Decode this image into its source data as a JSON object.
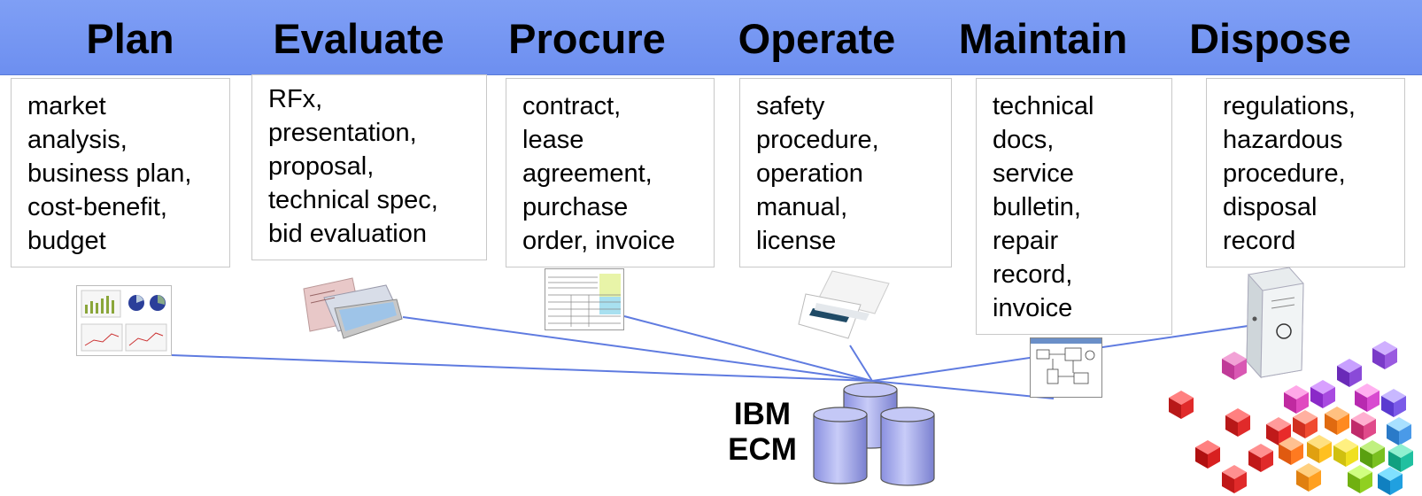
{
  "phases": [
    {
      "title": "Plan",
      "items": [
        "market",
        "analysis,",
        "business plan,",
        "cost-benefit,",
        "budget"
      ]
    },
    {
      "title": "Evaluate",
      "items": [
        "RFx,",
        "presentation,",
        "proposal,",
        "technical spec,",
        "bid evaluation"
      ]
    },
    {
      "title": "Procure",
      "items": [
        "contract,",
        "lease",
        "agreement,",
        "purchase",
        "order, invoice"
      ]
    },
    {
      "title": "Operate",
      "items": [
        "safety",
        "procedure,",
        "operation",
        "manual,",
        "license"
      ]
    },
    {
      "title": "Maintain",
      "items": [
        "technical",
        "docs,",
        "service",
        "bulletin,",
        "repair",
        "record,",
        "invoice"
      ]
    },
    {
      "title": "Dispose",
      "items": [
        "regulations,",
        "hazardous",
        "procedure,",
        "disposal",
        "record"
      ]
    }
  ],
  "repository": {
    "label_line1": "IBM",
    "label_line2": "ECM"
  },
  "icons": {
    "plan": "spreadsheet-report-icon",
    "evaluate": "presentation-documents-icon",
    "procure": "form-document-icon",
    "operate": "manual-booklet-icon",
    "maintain": "technical-drawing-icon",
    "dispose": "binder-icon",
    "repository": "database-cylinders-icon",
    "decoration": "colored-cubes-icon"
  },
  "colors": {
    "header": "#7592f2",
    "connector": "#5f7be0",
    "cylinder": "#a9aef2"
  }
}
